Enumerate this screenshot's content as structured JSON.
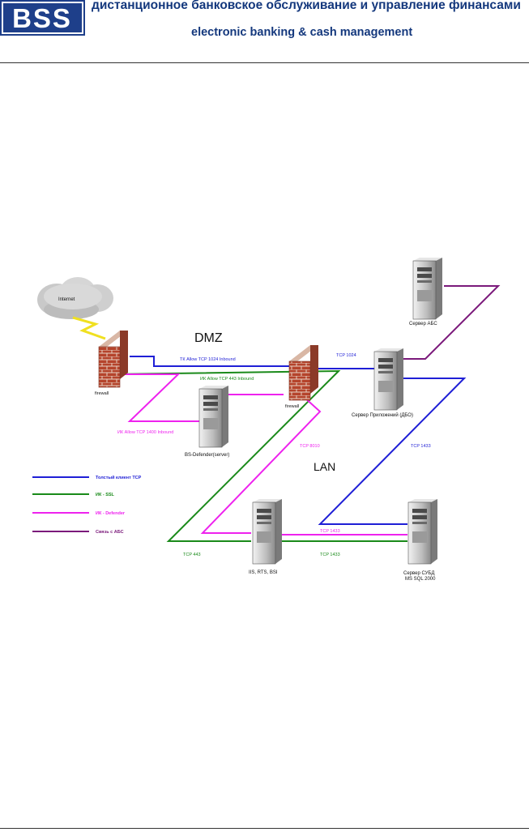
{
  "header": {
    "logo_text": "BSS",
    "tagline_ru": "дистанционное банковское обслуживание и управление финансами",
    "tagline_en": "electronic banking & cash management"
  },
  "diagram": {
    "zones": {
      "dmz": "DMZ",
      "lan": "LAN"
    },
    "nodes": {
      "internet": "Internet",
      "firewall_left": "firewall",
      "firewall_right": "firewall",
      "bs_defender": "BS-Defender(server)",
      "server_abs": "Сервер АБС",
      "app_server": "Сервер Приложений (ДБО)",
      "iis": "IIS, RTS, BSI",
      "dbms_line1": "Сервер СУБД",
      "dbms_line2": "MS SQL 2000"
    },
    "links": {
      "tk_allow": "ТК Allow TCP 1024 Inbound",
      "ik_allow_443": "ИК Allow TCP 443 Inbound",
      "ik_allow_1400": "ИК Allow TCP 1400 Inbound",
      "tcp_1024": "TCP 1024",
      "tcp_8010": "TCP 8010",
      "tcp_1433_blue": "TCP 1433",
      "tcp_1433_magenta": "TCP 1433",
      "tcp_1433_green": "TCP 1433",
      "tcp_443": "TCP 443"
    },
    "legend": [
      {
        "label": "Толстый клиент TCP",
        "color": "#1f1fd6"
      },
      {
        "label": "ИК - SSL",
        "color": "#1a8a1a"
      },
      {
        "label": "ИК - Defender",
        "color": "#ee22ee"
      },
      {
        "label": "Связь с АБС",
        "color": "#7b1a7b"
      }
    ]
  }
}
